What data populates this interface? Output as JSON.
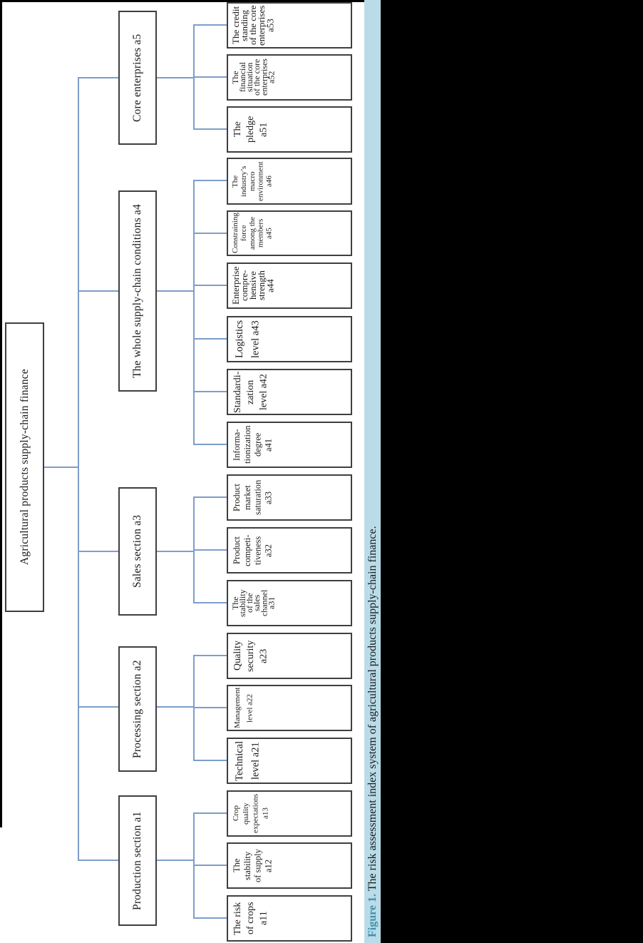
{
  "colors": {
    "connector": "#7d9ec9",
    "box_border": "#3f3f3f",
    "caption_strip": "#b9dce8",
    "figure_tag": "#4090ac",
    "scan_background": "#000000"
  },
  "tree": {
    "root_label": "Agricultural products supply-chain finance",
    "branches": [
      {
        "label": "Core enterprises a5",
        "leaves": [
          {
            "label": "The credit\nstanding\nof the core\nenterprises\na53"
          },
          {
            "label": "The\nfinancial\nsituation\nof the core\nenterprises\na52"
          },
          {
            "label": "The\npledge\na51"
          }
        ]
      },
      {
        "label": "The whole supply-chain conditions a4",
        "leaves": [
          {
            "label": "The\nindustry’s\nmacro\nenvironment\na46"
          },
          {
            "label": "Constraining\nforce\namong the\nmembers\na45"
          },
          {
            "label": "Enterprise\ncompre-\nhensive\nstrength\na44"
          },
          {
            "label": "Logistics\nlevel a43"
          },
          {
            "label": "Standardi-\nzation\nlevel a42"
          },
          {
            "label": "Informa-\ntionization\ndegree\na41"
          }
        ]
      },
      {
        "label": "Sales section a3",
        "leaves": [
          {
            "label": "Product\nmarket\nsaturation\na33"
          },
          {
            "label": "Product\ncompeti-\ntiveness\na32"
          },
          {
            "label": "The\nstability\nof the\nsales\nchannel\na31"
          }
        ]
      },
      {
        "label": "Processing section a2",
        "leaves": [
          {
            "label": "Quality\nsecurity\na23"
          },
          {
            "label": "Management\nlevel a22"
          },
          {
            "label": "Technical\nlevel a21"
          }
        ]
      },
      {
        "label": "Production section a1",
        "leaves": [
          {
            "label": "Crop\nquality\nexpectations\na13"
          },
          {
            "label": "The\nstability\nof supply\na12"
          },
          {
            "label": "The risk\nof crops\na11"
          }
        ]
      }
    ]
  },
  "caption": {
    "tag": "Figure 1.",
    "text": " The risk assessment index system of agricultural products supply-chain finance."
  }
}
